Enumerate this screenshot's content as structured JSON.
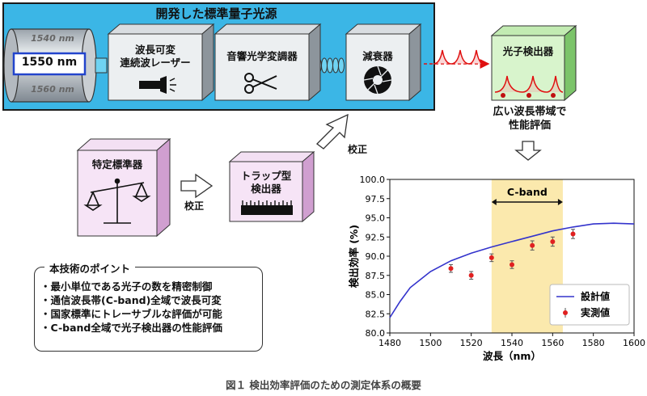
{
  "panel": {
    "title": "開発した標準量子光源",
    "wavelength_selected": "1550 nm",
    "wavelength_top": "1540 nm",
    "wavelength_bottom": "1560 nm",
    "laser_label_line1": "波長可変",
    "laser_label_line2": "連続波レーザー",
    "modulator_label": "音響光学変調器",
    "attenuator_label": "減衰器"
  },
  "detector": {
    "label": "光子検出器",
    "note_line1": "広い波長帯域で",
    "note_line2": "性能評価"
  },
  "calibration": {
    "standard_label": "特定標準器",
    "trap_label_line1": "トラップ型",
    "trap_label_line2": "検出器",
    "arrow_label_1": "校正",
    "arrow_label_2": "校正"
  },
  "points": {
    "title": "本技術のポイント",
    "items": [
      "・最小単位である光子の数を精密制御",
      "・通信波長帯(C-band)全域で波長可変",
      "・国家標準にトレーサブルな評価が可能",
      "・C-band全域で光子検出器の性能評価"
    ]
  },
  "caption": "図１ 検出効率評価のための測定体系の概要",
  "chart_data": {
    "type": "line",
    "xlabel": "波長（nm）",
    "ylabel": "検出効率 (%)",
    "xlim": [
      1480,
      1600
    ],
    "ylim": [
      80.0,
      100.0
    ],
    "xticks": [
      "1480",
      "1500",
      "1520",
      "1540",
      "1560",
      "1580",
      "1600"
    ],
    "yticks": [
      "80.0",
      "82.5",
      "85.0",
      "87.5",
      "90.0",
      "92.5",
      "95.0",
      "97.5",
      "100.0"
    ],
    "band": {
      "label": "C-band",
      "from": 1530,
      "to": 1565,
      "color": "#fbe9ad"
    },
    "series": [
      {
        "name": "設計値",
        "kind": "line",
        "color": "#3333cc",
        "x": [
          1480,
          1485,
          1490,
          1500,
          1510,
          1520,
          1530,
          1540,
          1550,
          1560,
          1570,
          1580,
          1590,
          1600
        ],
        "y": [
          82.0,
          84.1,
          85.9,
          88.0,
          89.4,
          90.4,
          91.2,
          91.9,
          92.6,
          93.3,
          93.8,
          94.2,
          94.3,
          94.2
        ]
      },
      {
        "name": "実測値",
        "kind": "scatter",
        "color": "#e02020",
        "x": [
          1510,
          1520,
          1530,
          1540,
          1550,
          1560,
          1570
        ],
        "y": [
          88.4,
          87.5,
          89.8,
          88.9,
          91.4,
          91.9,
          92.9
        ],
        "err": [
          0.5,
          0.5,
          0.5,
          0.5,
          0.6,
          0.6,
          0.6
        ]
      }
    ]
  }
}
